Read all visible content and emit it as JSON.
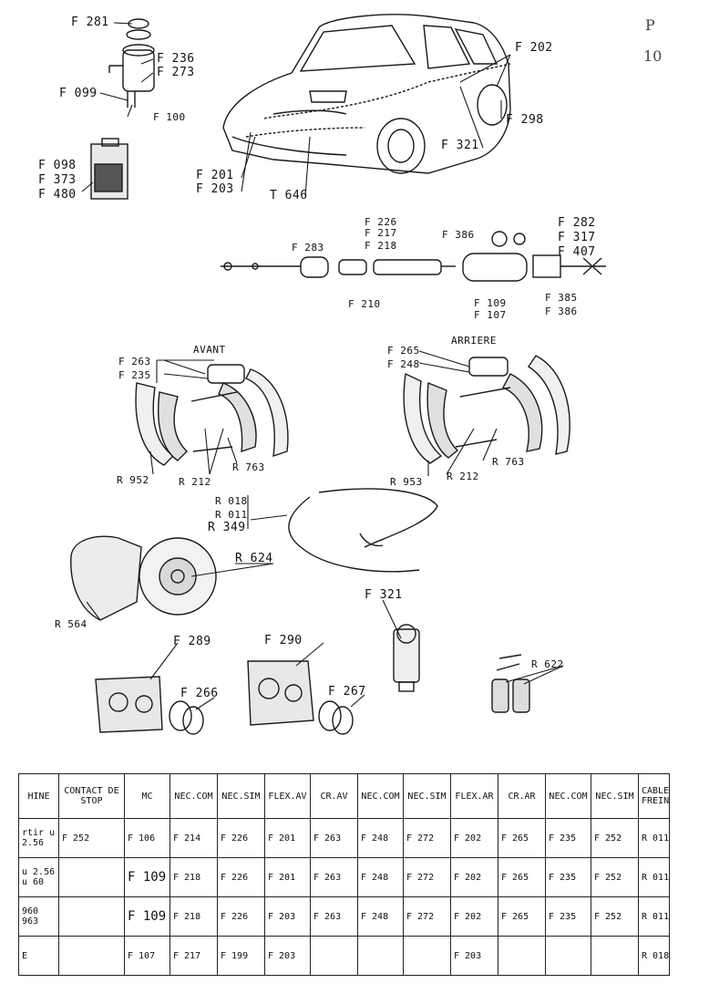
{
  "diagram": {
    "labels": {
      "f281": "F 281",
      "f236": "F 236",
      "f273": "F 273",
      "f099": "F 099",
      "f100": "F 100",
      "f098": "F 098",
      "f373": "F 373",
      "f480": "F 480",
      "f201": "F 201",
      "f203": "F 203",
      "t646": "T 646",
      "f202": "F 202",
      "f298": "F 298",
      "f321_top": "F 321",
      "f226": "F 226",
      "f217": "F 217",
      "f218": "F 218",
      "f283": "F 283",
      "f210": "F 210",
      "f386_a": "F 386",
      "f282": "F 282",
      "f317": "F 317",
      "f407": "F 407",
      "f385": "F 385",
      "f109": "F 109",
      "f107": "F 107",
      "f386_b": "F 386",
      "avant": "AVANT",
      "arriere": "ARRIERE",
      "f263": "F 263",
      "f235": "F 235",
      "f265": "F 265",
      "f248": "F 248",
      "r952": "R 952",
      "r212_a": "R 212",
      "r763_a": "R 763",
      "r953": "R 953",
      "r212_b": "R 212",
      "r763_b": "R 763",
      "r018": "R 018",
      "r011": "R 011",
      "r349": "R 349",
      "r624": "R 624",
      "r564": "R 564",
      "f321_mid": "F 321",
      "f289": "F 289",
      "f266": "F 266",
      "f290": "F 290",
      "f267": "F 267",
      "r622": "R 622"
    },
    "margin_note_1": "P",
    "margin_note_2": "10"
  },
  "table": {
    "headers": [
      "HINE",
      "CONTACT DE STOP",
      "MC",
      "NEC.COM",
      "NEC.SIM",
      "FLEX.AV",
      "CR.AV",
      "NEC.COM",
      "NEC.SIM",
      "FLEX.AR",
      "CR.AR",
      "NEC.COM",
      "NEC.SIM",
      "CABLE FREINS"
    ],
    "rows": [
      [
        "rtir u 2.56",
        "F 252",
        "F 106",
        "F 214",
        "F 226",
        "F 201",
        "F 263",
        "F 248",
        "F 272",
        "F 202",
        "F 265",
        "F 235",
        "F 252",
        "R 011"
      ],
      [
        "u 2.56 u 60",
        "",
        "F 109",
        "F 218",
        "F 226",
        "F 201",
        "F 263",
        "F 248",
        "F 272",
        "F 202",
        "F 265",
        "F 235",
        "F 252",
        "R 011"
      ],
      [
        "960 963",
        "",
        "F 109",
        "F 218",
        "F 226",
        "F 203",
        "F 263",
        "F 248",
        "F 272",
        "F 202",
        "F 265",
        "F 235",
        "F 252",
        "R 011"
      ],
      [
        "E",
        "",
        "F 107",
        "F 217",
        "F 199",
        "F 203",
        "",
        "",
        "",
        "F 203",
        "",
        "",
        "",
        "R 018"
      ]
    ]
  }
}
